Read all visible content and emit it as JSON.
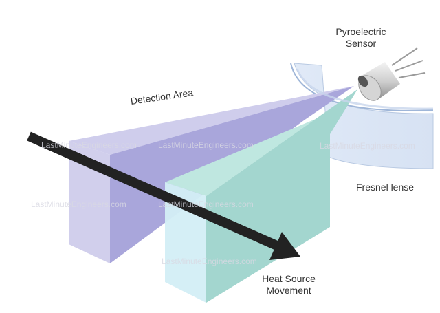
{
  "labels": {
    "sensor_line1": "Pyroelectric",
    "sensor_line2": "Sensor",
    "detection_area": "Detection Area",
    "fresnel": "Fresnel lense",
    "heat_line1": "Heat Source",
    "heat_line2": "Movement"
  },
  "watermark": "LastMinuteEngineers.com",
  "colors": {
    "purple_beam": "#b7b4e2",
    "teal_beam": "#a8dcd3",
    "arrow": "#222222",
    "lens": "#c9d9ef"
  }
}
